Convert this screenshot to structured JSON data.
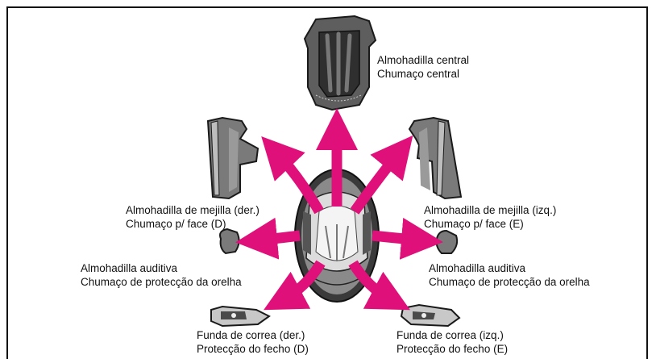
{
  "colors": {
    "arrow": "#e0107a",
    "part_dark": "#5a5a5a",
    "part_mid": "#8a8a8a",
    "part_light": "#c8c8c8",
    "outline": "#1a1a1a"
  },
  "labels": {
    "center": {
      "line1": "Almohadilla central",
      "line2": "Chumaço central"
    },
    "cheek_right": {
      "line1": "Almohadilla de mejilla (der.)",
      "line2": "Chumaço p/ face (D)"
    },
    "cheek_left": {
      "line1": "Almohadilla de mejilla (izq.)",
      "line2": "Chumaço p/ face (E)"
    },
    "ear_right": {
      "line1": "Almohadilla auditiva",
      "line2": "Chumaço de protecção da orelha"
    },
    "ear_left": {
      "line1": "Almohadilla auditiva",
      "line2": "Chumaço de protecção da orelha"
    },
    "strap_right": {
      "line1": "Funda de correa (der.)",
      "line2": "Protecção do fecho (D)"
    },
    "strap_left": {
      "line1": "Funda de correa (izq.)",
      "line2": "Protecção do fecho (E)"
    }
  }
}
